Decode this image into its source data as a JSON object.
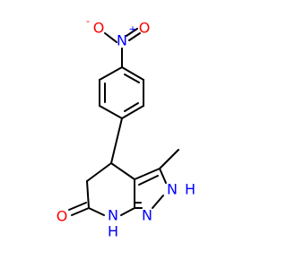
{
  "colors": {
    "oxygen": "#ff0000",
    "nitrogen": "#0000ff",
    "bond": "#000000",
    "background": "#ffffff"
  },
  "labels": {
    "nitro_oxygen_single": "O",
    "nitro_oxygen_charge": "-",
    "nitro_nitrogen": "N",
    "nitro_nitrogen_charge": "+",
    "nitro_oxygen_double": "O",
    "pyrazole_nh": "N",
    "pyrazole_nh_h": "H",
    "pyrazole_n": "N",
    "lactam_nh_h": "H",
    "lactam_nh": "N",
    "carbonyl_oxygen": "O"
  }
}
